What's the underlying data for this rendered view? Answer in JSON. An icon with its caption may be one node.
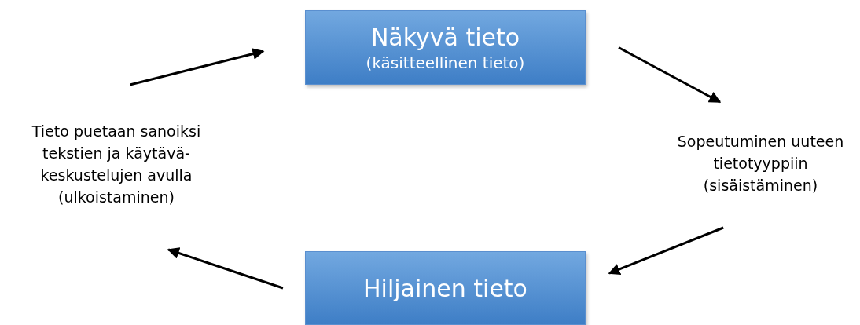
{
  "diagram": {
    "nodes": [
      {
        "text": [
          "Näkyvä tieto",
          "(käsitteellinen tieto)"
        ]
      },
      {
        "text": [
          "Sopeutuminen uuteen tietotyyppiin (sisäistäminen)"
        ]
      },
      {
        "text": [
          "Hiljainen tieto"
        ]
      },
      {
        "text": [
          "Tieto puetaan sanoiksi tekstien ja käytävä-keskustelujen avulla (ulkoistaminen)"
        ]
      }
    ],
    "edges": [
      {
        "from": 0,
        "to": 1,
        "arrow": "to"
      },
      {
        "from": 1,
        "to": 2,
        "arrow": "to"
      },
      {
        "from": 2,
        "to": 3,
        "arrow": "to"
      },
      {
        "from": 3,
        "to": 0,
        "arrow": "to"
      }
    ]
  }
}
